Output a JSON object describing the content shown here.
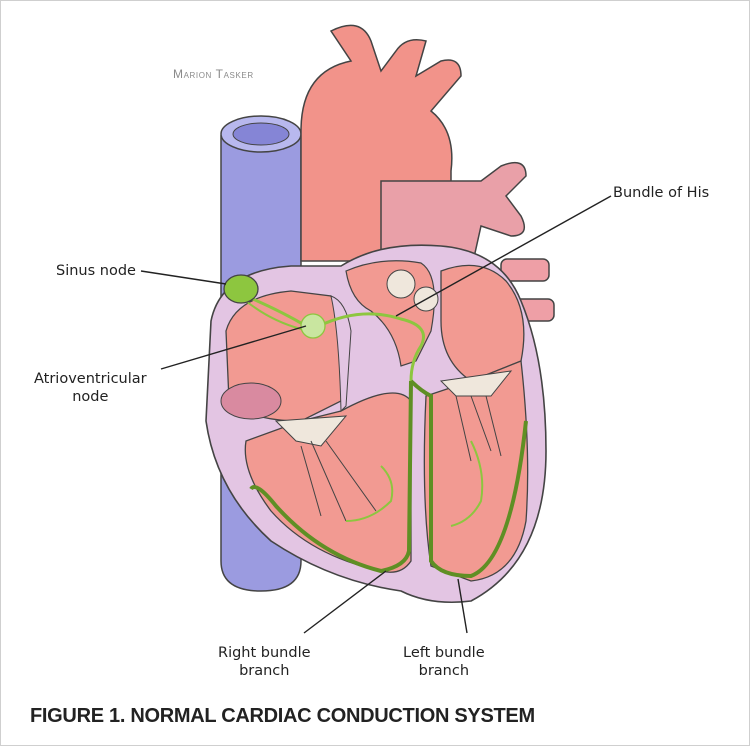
{
  "credit": "Marion Tasker",
  "labels": {
    "sinus_node": "Sinus node",
    "av_node": [
      "Atrioventricular",
      "node"
    ],
    "bundle_of_his": "Bundle of His",
    "right_bundle_branch": [
      "Right bundle",
      "branch"
    ],
    "left_bundle_branch": [
      "Left bundle",
      "branch"
    ]
  },
  "caption": "FIGURE 1. NORMAL CARDIAC CONDUCTION SYSTEM",
  "colors": {
    "vena_cava": "#9b9be0",
    "heart_tissue": "#f29a92",
    "aorta": "#f2938a",
    "pulmonary": "#e9a0a8",
    "wall": "#e3c5e3",
    "conduction": "#8dc63f",
    "conduction_dark": "#5f8f24",
    "valve": "#efe7dc"
  }
}
